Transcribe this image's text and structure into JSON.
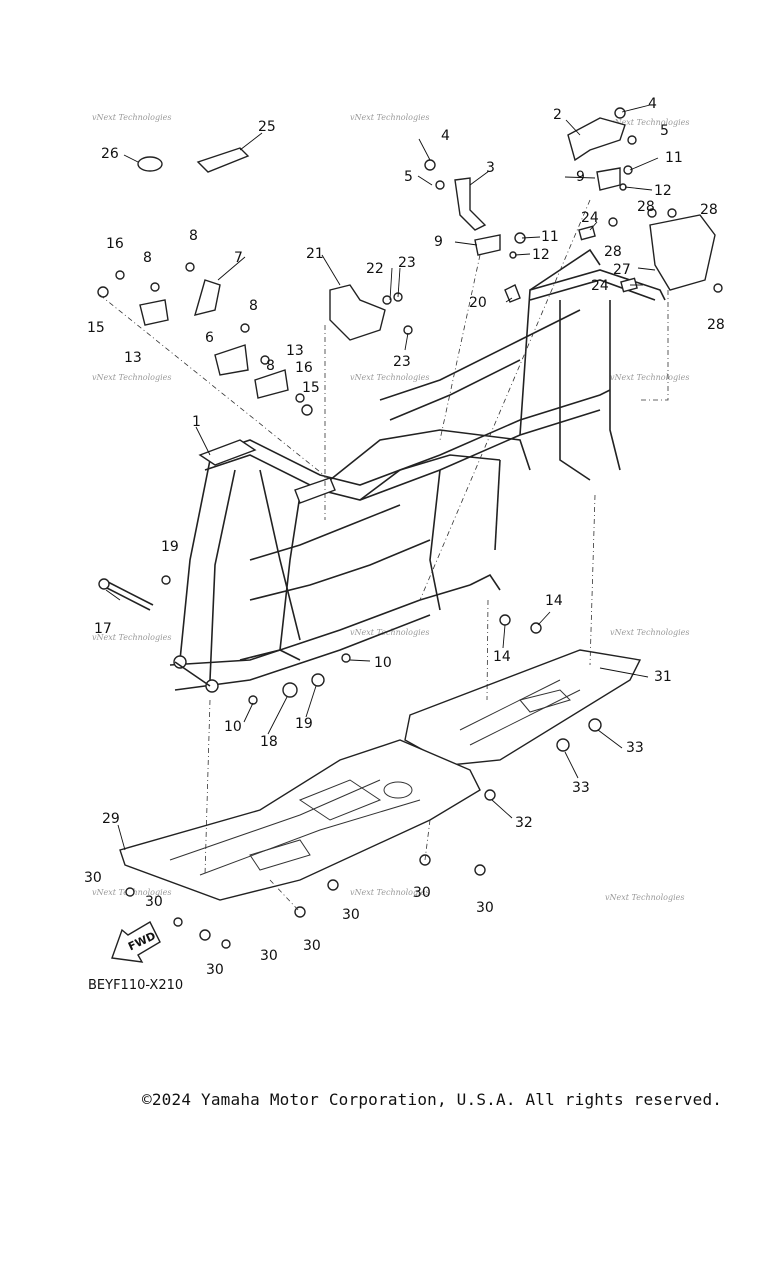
{
  "diagram": {
    "code": "BEYF110-X210",
    "direction_label": "FWD",
    "watermark": "vNext Technologies",
    "callouts": [
      "1",
      "2",
      "3",
      "4",
      "5",
      "6",
      "7",
      "8",
      "9",
      "10",
      "11",
      "12",
      "13",
      "14",
      "15",
      "16",
      "17",
      "18",
      "19",
      "20",
      "21",
      "22",
      "23",
      "24",
      "25",
      "26",
      "27",
      "28",
      "29",
      "30",
      "31",
      "32",
      "33"
    ]
  },
  "footer": {
    "copyright": "©2024 Yamaha Motor Corporation, U.S.A. All rights reserved."
  }
}
